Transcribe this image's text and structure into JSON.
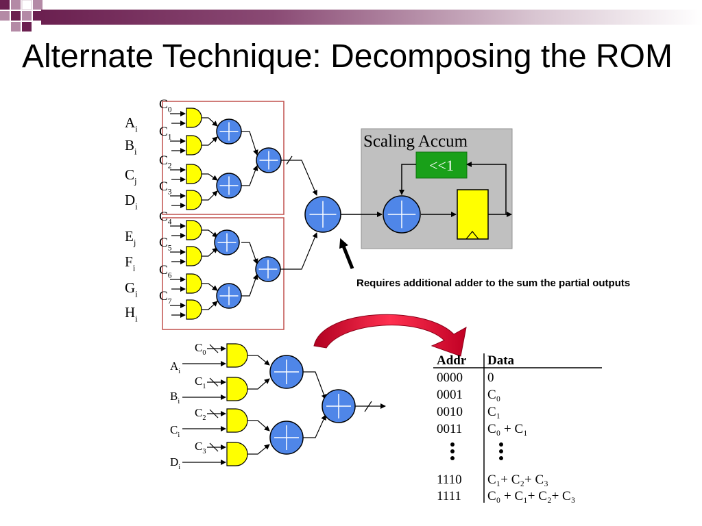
{
  "title": "Alternate Technique: Decomposing the ROM",
  "note": "Requires additional adder to the sum the partial outputs",
  "top_diagram": {
    "coeff_main": [
      "C",
      "C",
      "C",
      "C",
      "C",
      "C",
      "C",
      "C"
    ],
    "coeff_sub": [
      "0",
      "1",
      "2",
      "3",
      "4",
      "5",
      "6",
      "7"
    ],
    "input_main": [
      "A",
      "B",
      "C",
      "D",
      "E",
      "F",
      "G",
      "H"
    ],
    "input_sub": [
      "i",
      "i",
      "j",
      "i",
      "j",
      "i",
      "i",
      "i"
    ]
  },
  "scaling_block": {
    "label": "Scaling Accum",
    "shift_label": "<<1"
  },
  "bottom_diagram": {
    "coeff_main": [
      "C",
      "C",
      "C",
      "C"
    ],
    "coeff_sub": [
      "0",
      "1",
      "2",
      "3"
    ],
    "input_main": [
      "A",
      "B",
      "C",
      "D"
    ],
    "input_sub": [
      "i",
      "i",
      "i",
      "i"
    ]
  },
  "rom_table": {
    "headers": [
      "Addr",
      "Data"
    ],
    "rows": [
      {
        "addr": "0000",
        "data": "0"
      },
      {
        "addr": "0001",
        "data": "C₀"
      },
      {
        "addr": "0010",
        "data": "C₁"
      },
      {
        "addr": "0011",
        "data": "C₀ + C₁"
      },
      {
        "addr": "1110",
        "data": "C₁+ C₂+ C₃"
      },
      {
        "addr": "1111",
        "data": "C₀ + C₁+ C₂+ C₃"
      }
    ]
  },
  "colors": {
    "and_gate": "#ffff00",
    "adder": "#4f86e8",
    "red_box": "#c0504d",
    "scaling_bg": "#c0c0c0",
    "shift_bg": "#19a019",
    "curved_arrow": "#e01030",
    "title_bar_dark": "#6b2050"
  }
}
